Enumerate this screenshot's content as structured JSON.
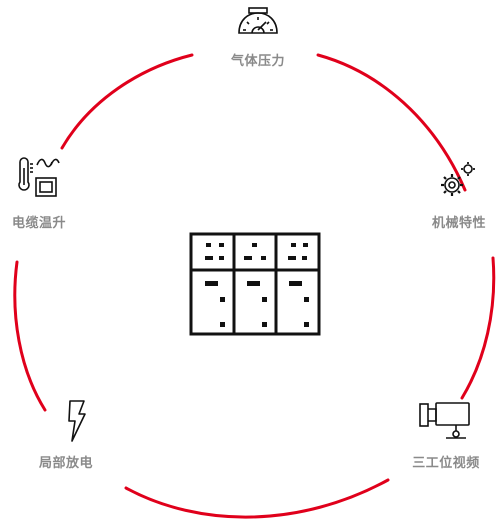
{
  "colors": {
    "accent": "#e0001b",
    "icon": "#111111",
    "label": "#8a8a8a"
  },
  "center": {
    "icon": "switchgear-cabinet-icon"
  },
  "items": [
    {
      "label": "气体压力",
      "icon": "pressure-gauge-icon"
    },
    {
      "label": "机械特性",
      "icon": "gears-icon"
    },
    {
      "label": "三工位视频",
      "icon": "video-camera-icon"
    },
    {
      "label": "局部放电",
      "icon": "lightning-bolt-icon"
    },
    {
      "label": "电缆温升",
      "icon": "thermometer-icon"
    }
  ]
}
